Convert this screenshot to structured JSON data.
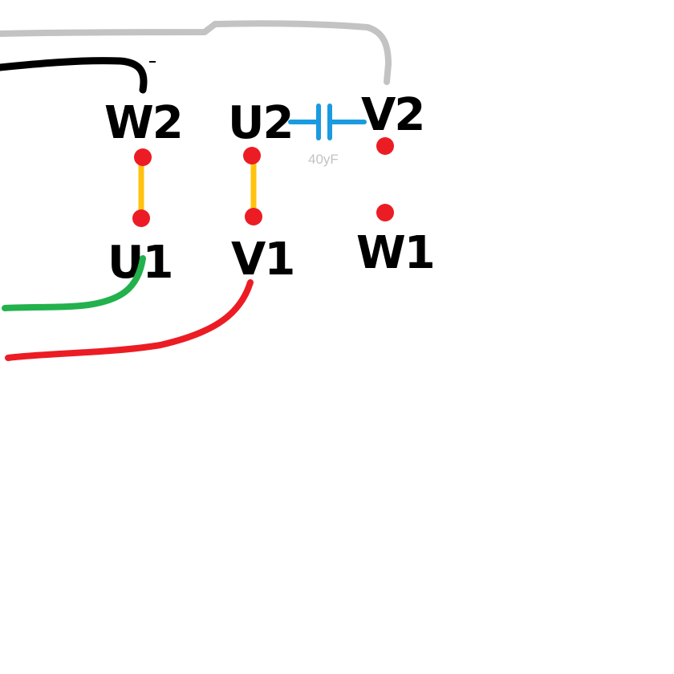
{
  "terminals": {
    "w2": "W2",
    "u2": "U2",
    "v2": "V2",
    "u1": "U1",
    "v1": "V1",
    "w1": "W1"
  },
  "capacitor": {
    "value_label": "40yF",
    "color": "#1a9be0"
  },
  "colors": {
    "terminal_dot": "#ec1c24",
    "bridge": "#ffc20e",
    "wire_black": "#000000",
    "wire_gray": "#c3c3c3",
    "wire_green": "#22b14c",
    "wire_red": "#ec1c24"
  }
}
